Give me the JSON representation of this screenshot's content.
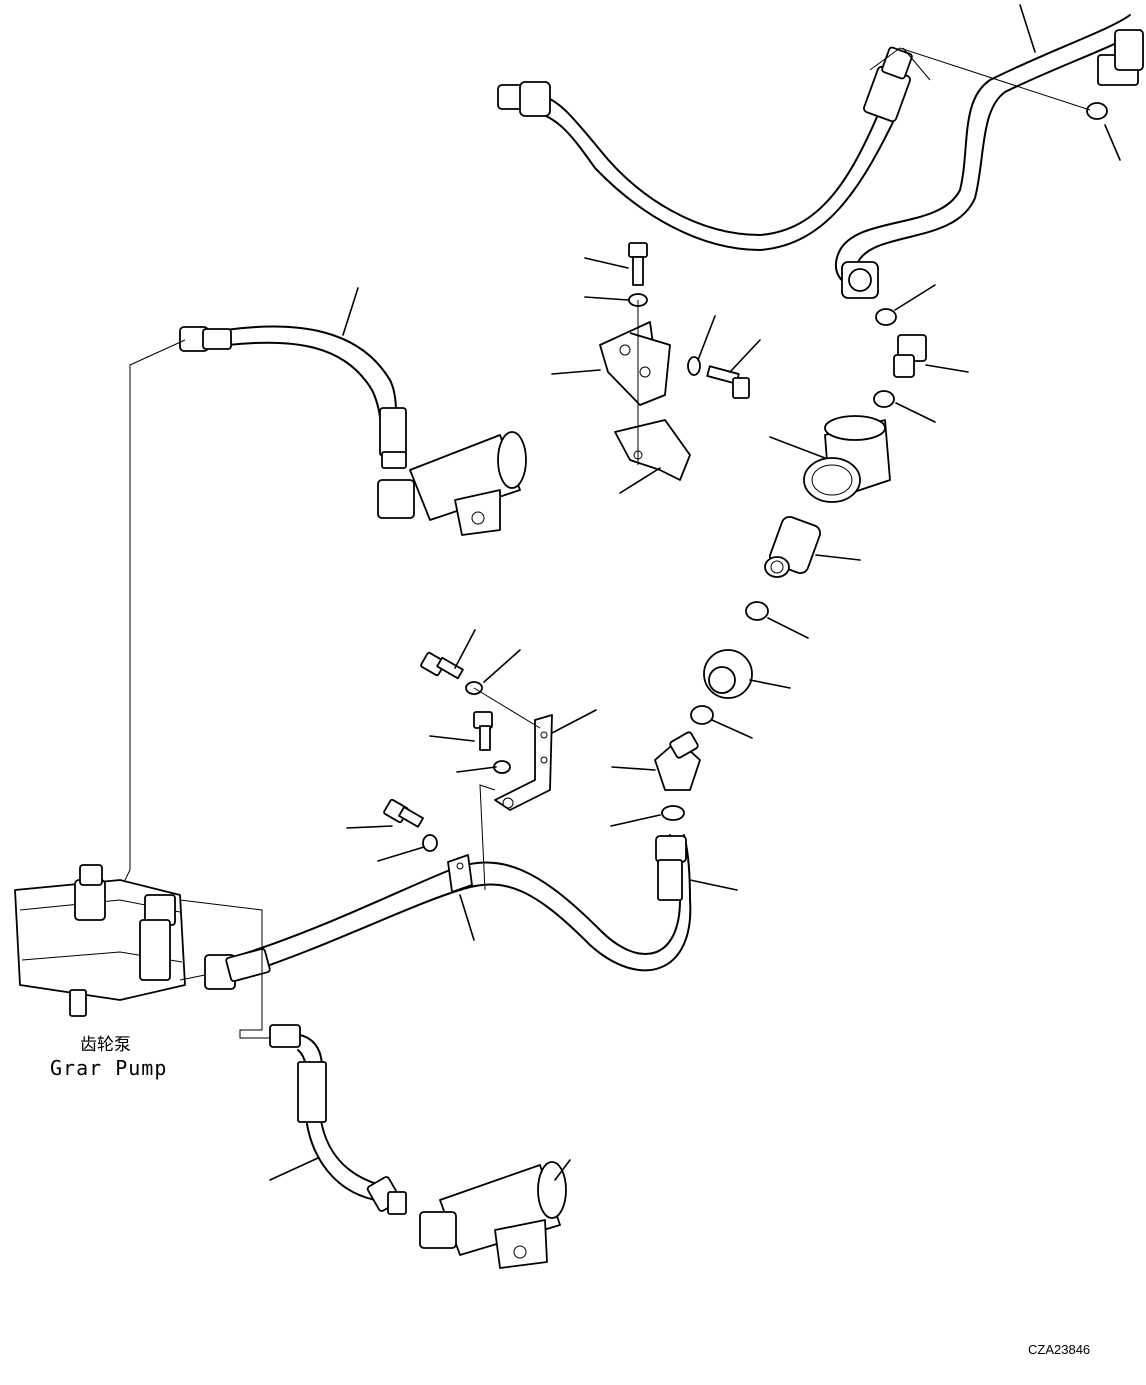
{
  "labels": {
    "pump_cn": "齿轮泵",
    "pump_en": "Grar Pump",
    "drawing_code": "CZA23846"
  }
}
